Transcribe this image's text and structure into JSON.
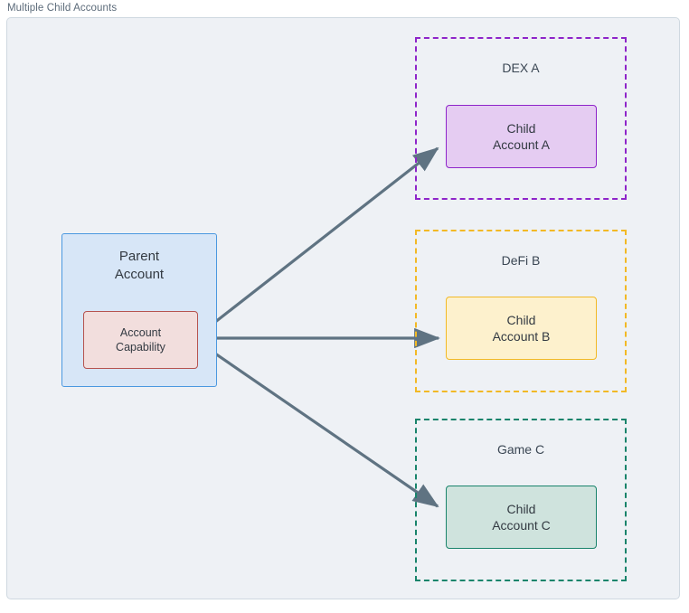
{
  "diagram": {
    "title": "Multiple Child Accounts",
    "background_color": "#eef1f5",
    "frame_border_color": "#cfd8e0",
    "edge_color": "#5f7382"
  },
  "nodes": {
    "parent_account": {
      "line1": "Parent",
      "line2": "Account",
      "fill": "#d7e6f7",
      "stroke": "#4a98e0"
    },
    "account_capability": {
      "line1": "Account",
      "line2": "Capability",
      "fill": "#f2dedd",
      "stroke": "#b5534f"
    },
    "child_a": {
      "line1": "Child",
      "line2": "Account A",
      "fill": "#e5ccf2",
      "stroke": "#8e24c9"
    },
    "child_b": {
      "line1": "Child",
      "line2": "Account B",
      "fill": "#fdf1cd",
      "stroke": "#f2b925"
    },
    "child_c": {
      "line1": "Child",
      "line2": "Account C",
      "fill": "#cfe3dd",
      "stroke": "#19846b"
    }
  },
  "clusters": {
    "dex_a": {
      "label": "DEX A",
      "border_color": "#8e24c9"
    },
    "defi_b": {
      "label": "DeFi B",
      "border_color": "#f2b925"
    },
    "game_c": {
      "label": "Game C",
      "border_color": "#19846b"
    }
  },
  "edges": [
    {
      "from": "account_capability",
      "to": "child_a",
      "label": ""
    },
    {
      "from": "account_capability",
      "to": "child_b",
      "label": ""
    },
    {
      "from": "account_capability",
      "to": "child_c",
      "label": ""
    }
  ]
}
